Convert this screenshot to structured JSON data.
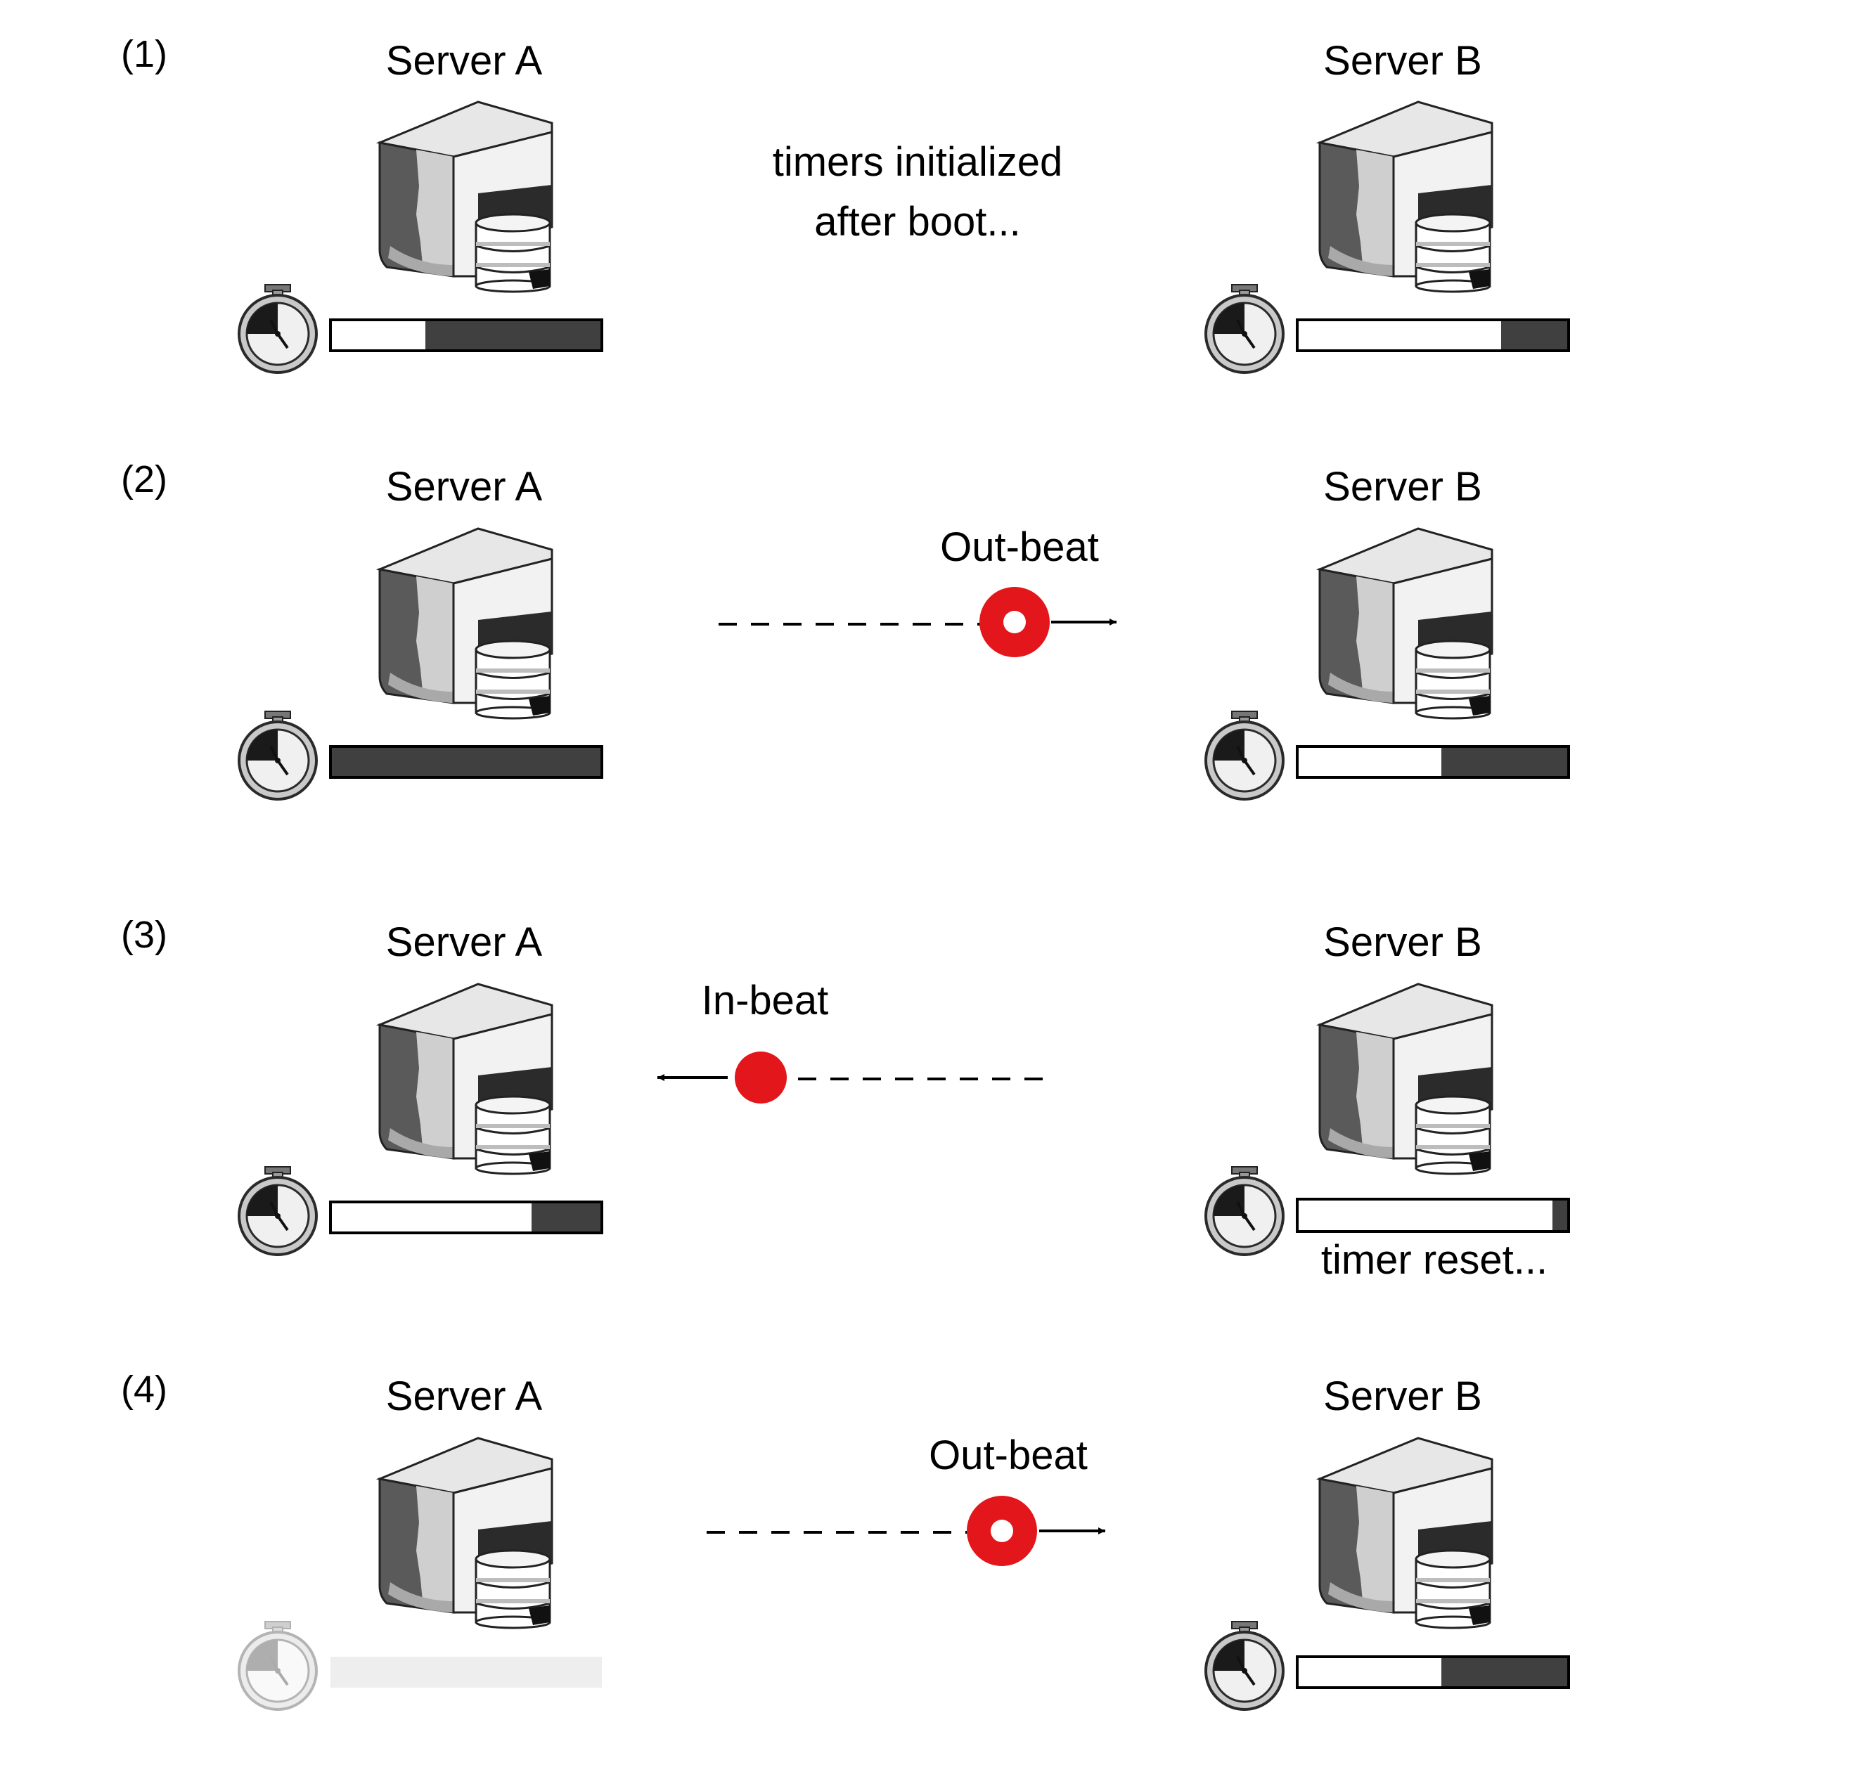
{
  "colors": {
    "beat": "#e3161b",
    "timer_elapsed": "#404040",
    "timer_remaining": "#ffffff",
    "disabled": "#eeeeee"
  },
  "rows": [
    {
      "step": "(1)",
      "server_a": {
        "label": "Server A",
        "timer_remaining_fraction": 0.35,
        "timer_active": true
      },
      "server_b": {
        "label": "Server B",
        "timer_remaining_fraction": 0.75,
        "timer_active": true
      },
      "middle_text": [
        "timers initialized",
        "after boot..."
      ]
    },
    {
      "step": "(2)",
      "server_a": {
        "label": "Server A",
        "timer_remaining_fraction": 0.0,
        "timer_active": true
      },
      "server_b": {
        "label": "Server B",
        "timer_remaining_fraction": 0.53,
        "timer_active": true
      },
      "message": {
        "label": "Out-beat",
        "direction": "A-to-B",
        "marker": "ring-icon"
      }
    },
    {
      "step": "(3)",
      "server_a": {
        "label": "Server A",
        "timer_remaining_fraction": 0.74,
        "timer_active": true
      },
      "server_b": {
        "label": "Server B",
        "timer_remaining_fraction": 0.94,
        "timer_active": true,
        "note": "timer reset..."
      },
      "message": {
        "label": "In-beat",
        "direction": "B-to-A",
        "marker": "dot-icon"
      }
    },
    {
      "step": "(4)",
      "server_a": {
        "label": "Server A",
        "timer_remaining_fraction": 0.0,
        "timer_active": false
      },
      "server_b": {
        "label": "Server B",
        "timer_remaining_fraction": 0.53,
        "timer_active": true
      },
      "message": {
        "label": "Out-beat",
        "direction": "A-to-B",
        "marker": "ring-icon"
      }
    }
  ]
}
